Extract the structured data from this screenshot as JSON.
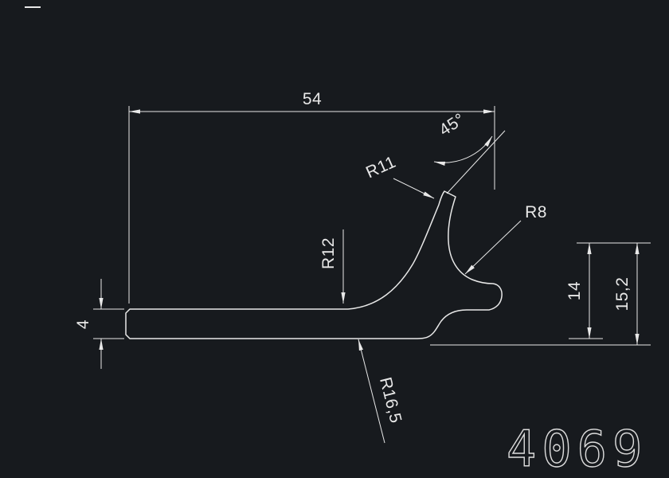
{
  "drawing": {
    "number": "4069",
    "labels": {
      "width": "54",
      "angle": "45°",
      "radius_tip": "R11",
      "radius_fork": "R8",
      "radius_top": "R12",
      "radius_bottom": "R16,5",
      "height_inner": "14",
      "height_outer": "15,2",
      "thickness": "4"
    },
    "colors": {
      "background": "#171a1e",
      "lines": "#e8e8e8",
      "title_stroke": "#dcdcdc"
    }
  }
}
